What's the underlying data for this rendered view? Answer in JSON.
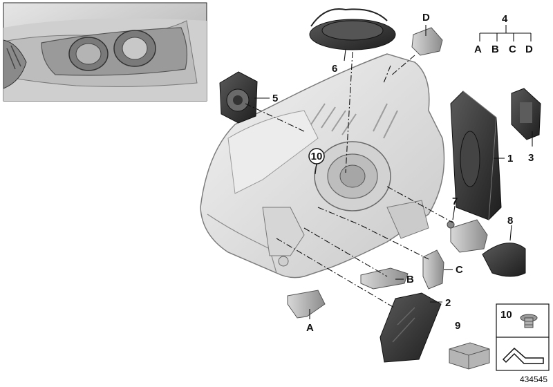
{
  "diagram_id": "434545",
  "tree": {
    "root": "4",
    "children": [
      "A",
      "B",
      "C",
      "D"
    ]
  },
  "callouts": {
    "c1": "1",
    "c2": "2",
    "c3": "3",
    "c5": "5",
    "c6": "6",
    "c7": "7",
    "c8": "8",
    "c9": "9",
    "c10_circled": "10",
    "c10_box": "10",
    "bracket_a": "A",
    "bracket_b": "B",
    "bracket_c": "C",
    "bracket_d": "D"
  },
  "colors": {
    "housing": "#e3e3e3",
    "dark_part": "#2d2d2d",
    "inset_bg": "#d9d9d9",
    "line": "#111111"
  }
}
